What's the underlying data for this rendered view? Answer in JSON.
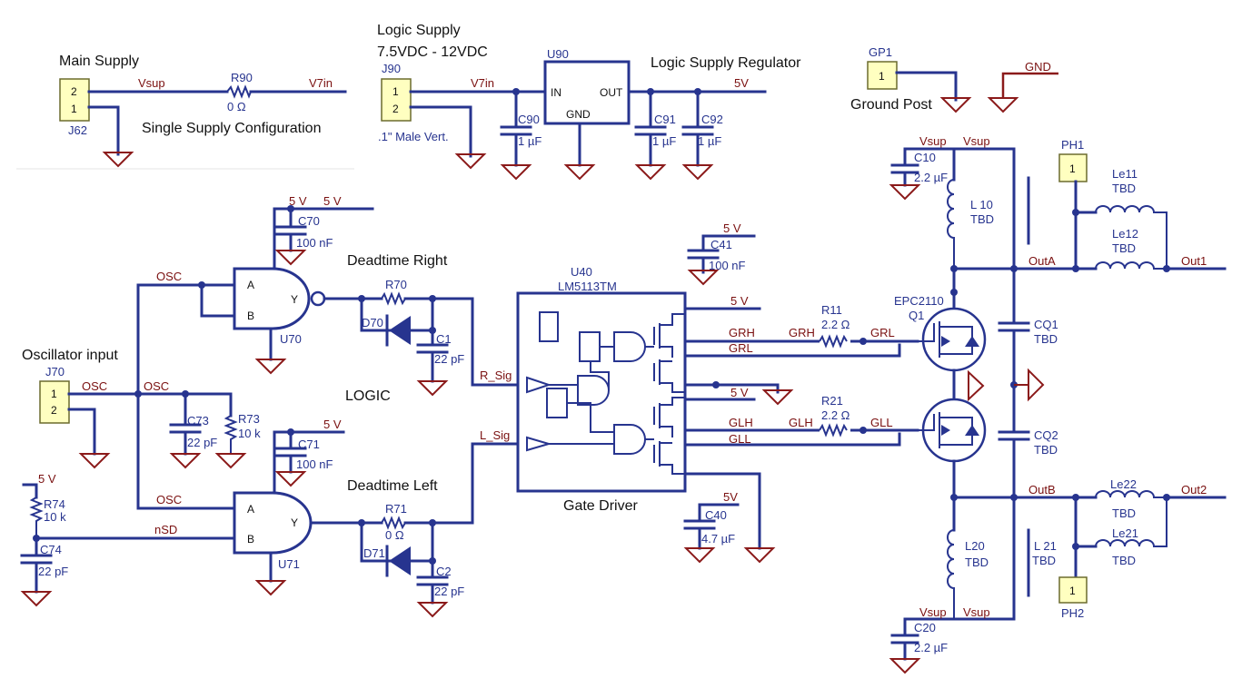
{
  "sections": {
    "main_supply": "Main Supply",
    "single_supply": "Single Supply Configuration",
    "logic_supply": "Logic  Supply",
    "logic_supply_range": "7.5VDC  -  12VDC",
    "logic_regulator": "Logic Supply Regulator",
    "ground_post": "Ground  Post",
    "oscillator_input": "Oscillator input",
    "deadtime_right": "Deadtime Right",
    "deadtime_left": "Deadtime Left",
    "logic": "LOGIC",
    "gate_driver": "Gate  Driver"
  },
  "nets": {
    "vsup": "Vsup",
    "v7in": "V7in",
    "v5": "5V",
    "v5s": "5 V",
    "gnd": "GND",
    "osc": "OSC",
    "nsd": "nSD",
    "r_sig": "R_Sig",
    "l_sig": "L_Sig",
    "grh": "GRH",
    "grl": "GRL",
    "glh": "GLH",
    "gll": "GLL",
    "outa": "OutA",
    "outb": "OutB",
    "out1": "Out1",
    "out2": "Out2"
  },
  "components": {
    "J62": {
      "ref": "J62",
      "pin1": "1",
      "pin2": "2"
    },
    "R90": {
      "ref": "R90",
      "value": "0 Ω"
    },
    "J90": {
      "ref": "J90",
      "pin1": "1",
      "pin2": "2",
      "note": ".1\"  Male  Vert."
    },
    "U90": {
      "ref": "U90",
      "in": "IN",
      "out": "OUT",
      "gnd": "GND"
    },
    "C90": {
      "ref": "C90",
      "value": "1 µF"
    },
    "C91": {
      "ref": "C91",
      "value": "1 µF"
    },
    "C92": {
      "ref": "C92",
      "value": "1 µF"
    },
    "GP1": {
      "ref": "GP1",
      "pin1": "1"
    },
    "C70": {
      "ref": "C70",
      "value": "100 nF"
    },
    "U70": {
      "ref": "U70",
      "a": "A",
      "b": "B",
      "y": "Y"
    },
    "R70": {
      "ref": "R70"
    },
    "D70": {
      "ref": "D70"
    },
    "C1": {
      "ref": "C1",
      "value": "22 pF"
    },
    "J70": {
      "ref": "J70",
      "pin1": "1",
      "pin2": "2"
    },
    "C73": {
      "ref": "C73",
      "value": "22 pF"
    },
    "R73": {
      "ref": "R73",
      "value": "10 k"
    },
    "R74": {
      "ref": "R74",
      "value": "10 k"
    },
    "C74": {
      "ref": "C74",
      "value": "22 pF"
    },
    "C71": {
      "ref": "C71",
      "value": "100 nF"
    },
    "U71": {
      "ref": "U71",
      "a": "A",
      "b": "B",
      "y": "Y"
    },
    "R71": {
      "ref": "R71",
      "value": "0 Ω"
    },
    "D71": {
      "ref": "D71"
    },
    "C2": {
      "ref": "C2",
      "value": "22 pF"
    },
    "U40": {
      "ref": "U40",
      "part": "LM5113TM"
    },
    "C41": {
      "ref": "C41",
      "value": "100 nF"
    },
    "C40": {
      "ref": "C40",
      "value": "4.7 µF"
    },
    "R11": {
      "ref": "R11",
      "value": "2.2 Ω"
    },
    "R21": {
      "ref": "R21",
      "value": "2.2 Ω"
    },
    "Q1": {
      "ref": "Q1",
      "part": "EPC2110"
    },
    "C10": {
      "ref": "C10",
      "value": "2.2 µF"
    },
    "L10": {
      "ref": "L 10",
      "value": "TBD"
    },
    "PH1": {
      "ref": "PH1",
      "pin1": "1"
    },
    "Le11": {
      "ref": "Le11",
      "value": "TBD"
    },
    "Le12": {
      "ref": "Le12",
      "value": "TBD"
    },
    "CQ1": {
      "ref": "CQ1",
      "value": "TBD"
    },
    "CQ2": {
      "ref": "CQ2",
      "value": "TBD"
    },
    "Le22": {
      "ref": "Le22",
      "value": "TBD"
    },
    "Le21": {
      "ref": "Le21",
      "value": "TBD"
    },
    "L20": {
      "ref": "L20",
      "value": "TBD"
    },
    "L21": {
      "ref": "L 21",
      "value": "TBD"
    },
    "PH2": {
      "ref": "PH2",
      "pin1": "1"
    },
    "C20": {
      "ref": "C20",
      "value": "2.2 µF"
    }
  },
  "colors": {
    "wire": "#27348f",
    "net_label": "#7a1010",
    "ground": "#8b1a1a",
    "connector_fill": "#ffffc0"
  }
}
